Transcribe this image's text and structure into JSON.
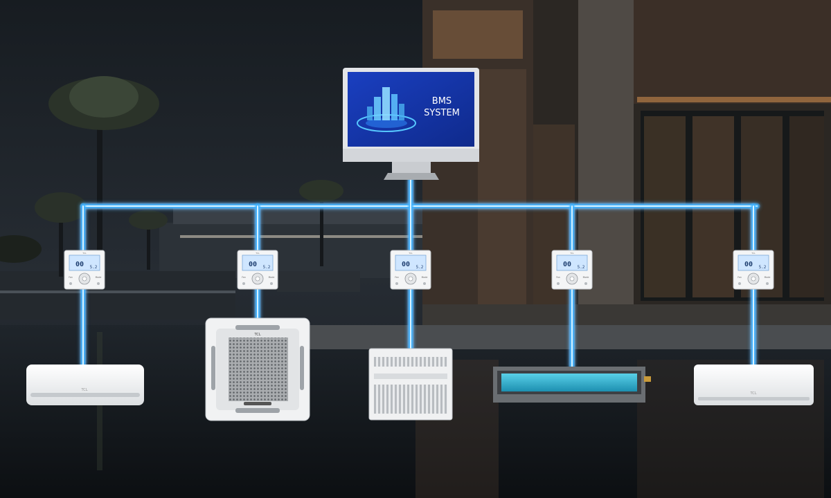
{
  "monitor": {
    "line1": "BMS",
    "line2": "SYSTEM"
  },
  "brand": "TCL",
  "controller": {
    "display_digits": "00",
    "display_small": "5.2",
    "btn_left": "Fan",
    "btn_right": "Mode"
  },
  "colors": {
    "link": "#3fb2ff",
    "link_core": "#d8f2ff",
    "screen": "#1740b8",
    "sky": "#1c2228"
  }
}
